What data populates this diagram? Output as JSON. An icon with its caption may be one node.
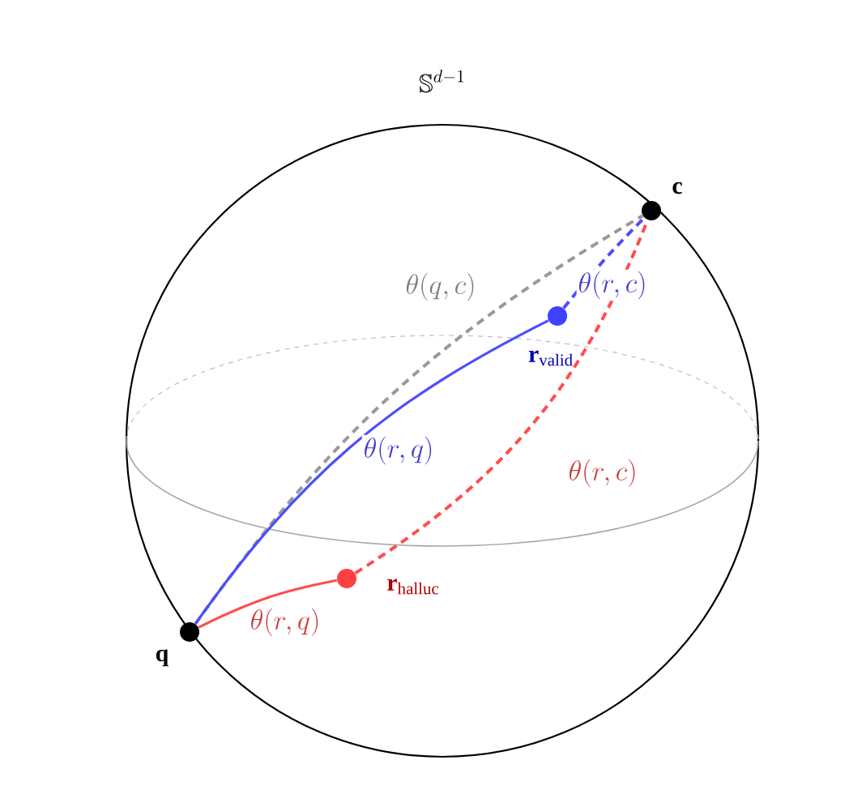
{
  "diagram": {
    "title": "\\mathbb{S}^{d-1}",
    "nodes": [
      {
        "text": [],
        "shape": "circle",
        "beside": [
          "\\mathbf{q}"
        ]
      },
      {
        "text": [],
        "shape": "circle",
        "beside": [
          "\\mathbf{c}"
        ]
      },
      {
        "text": [],
        "shape": "circle",
        "beside": [
          "\\mathbf{r}_{\\mathrm{valid}}"
        ]
      },
      {
        "text": [],
        "shape": "circle",
        "beside": [
          "\\mathbf{r}_{\\mathrm{halluc}}"
        ]
      }
    ],
    "edges": [
      {
        "from": 0,
        "to": 1,
        "arrow": "none",
        "label": "\\theta(q,c)",
        "style": "dashed",
        "color": "#999999"
      },
      {
        "from": 0,
        "to": 2,
        "arrow": "none",
        "label": "\\theta(r,q)",
        "color": "#4d4dff"
      },
      {
        "from": 2,
        "to": 1,
        "arrow": "none",
        "label": "\\theta(r,c)",
        "style": "dashed",
        "color": "#4d4dff"
      },
      {
        "from": 0,
        "to": 3,
        "arrow": "none",
        "label": "\\theta(r,q)",
        "color": "#ff4d4d"
      },
      {
        "from": 3,
        "to": 1,
        "arrow": "none",
        "label": "\\theta(r,c)",
        "style": "dashed",
        "color": "#ff4d4d"
      }
    ]
  }
}
